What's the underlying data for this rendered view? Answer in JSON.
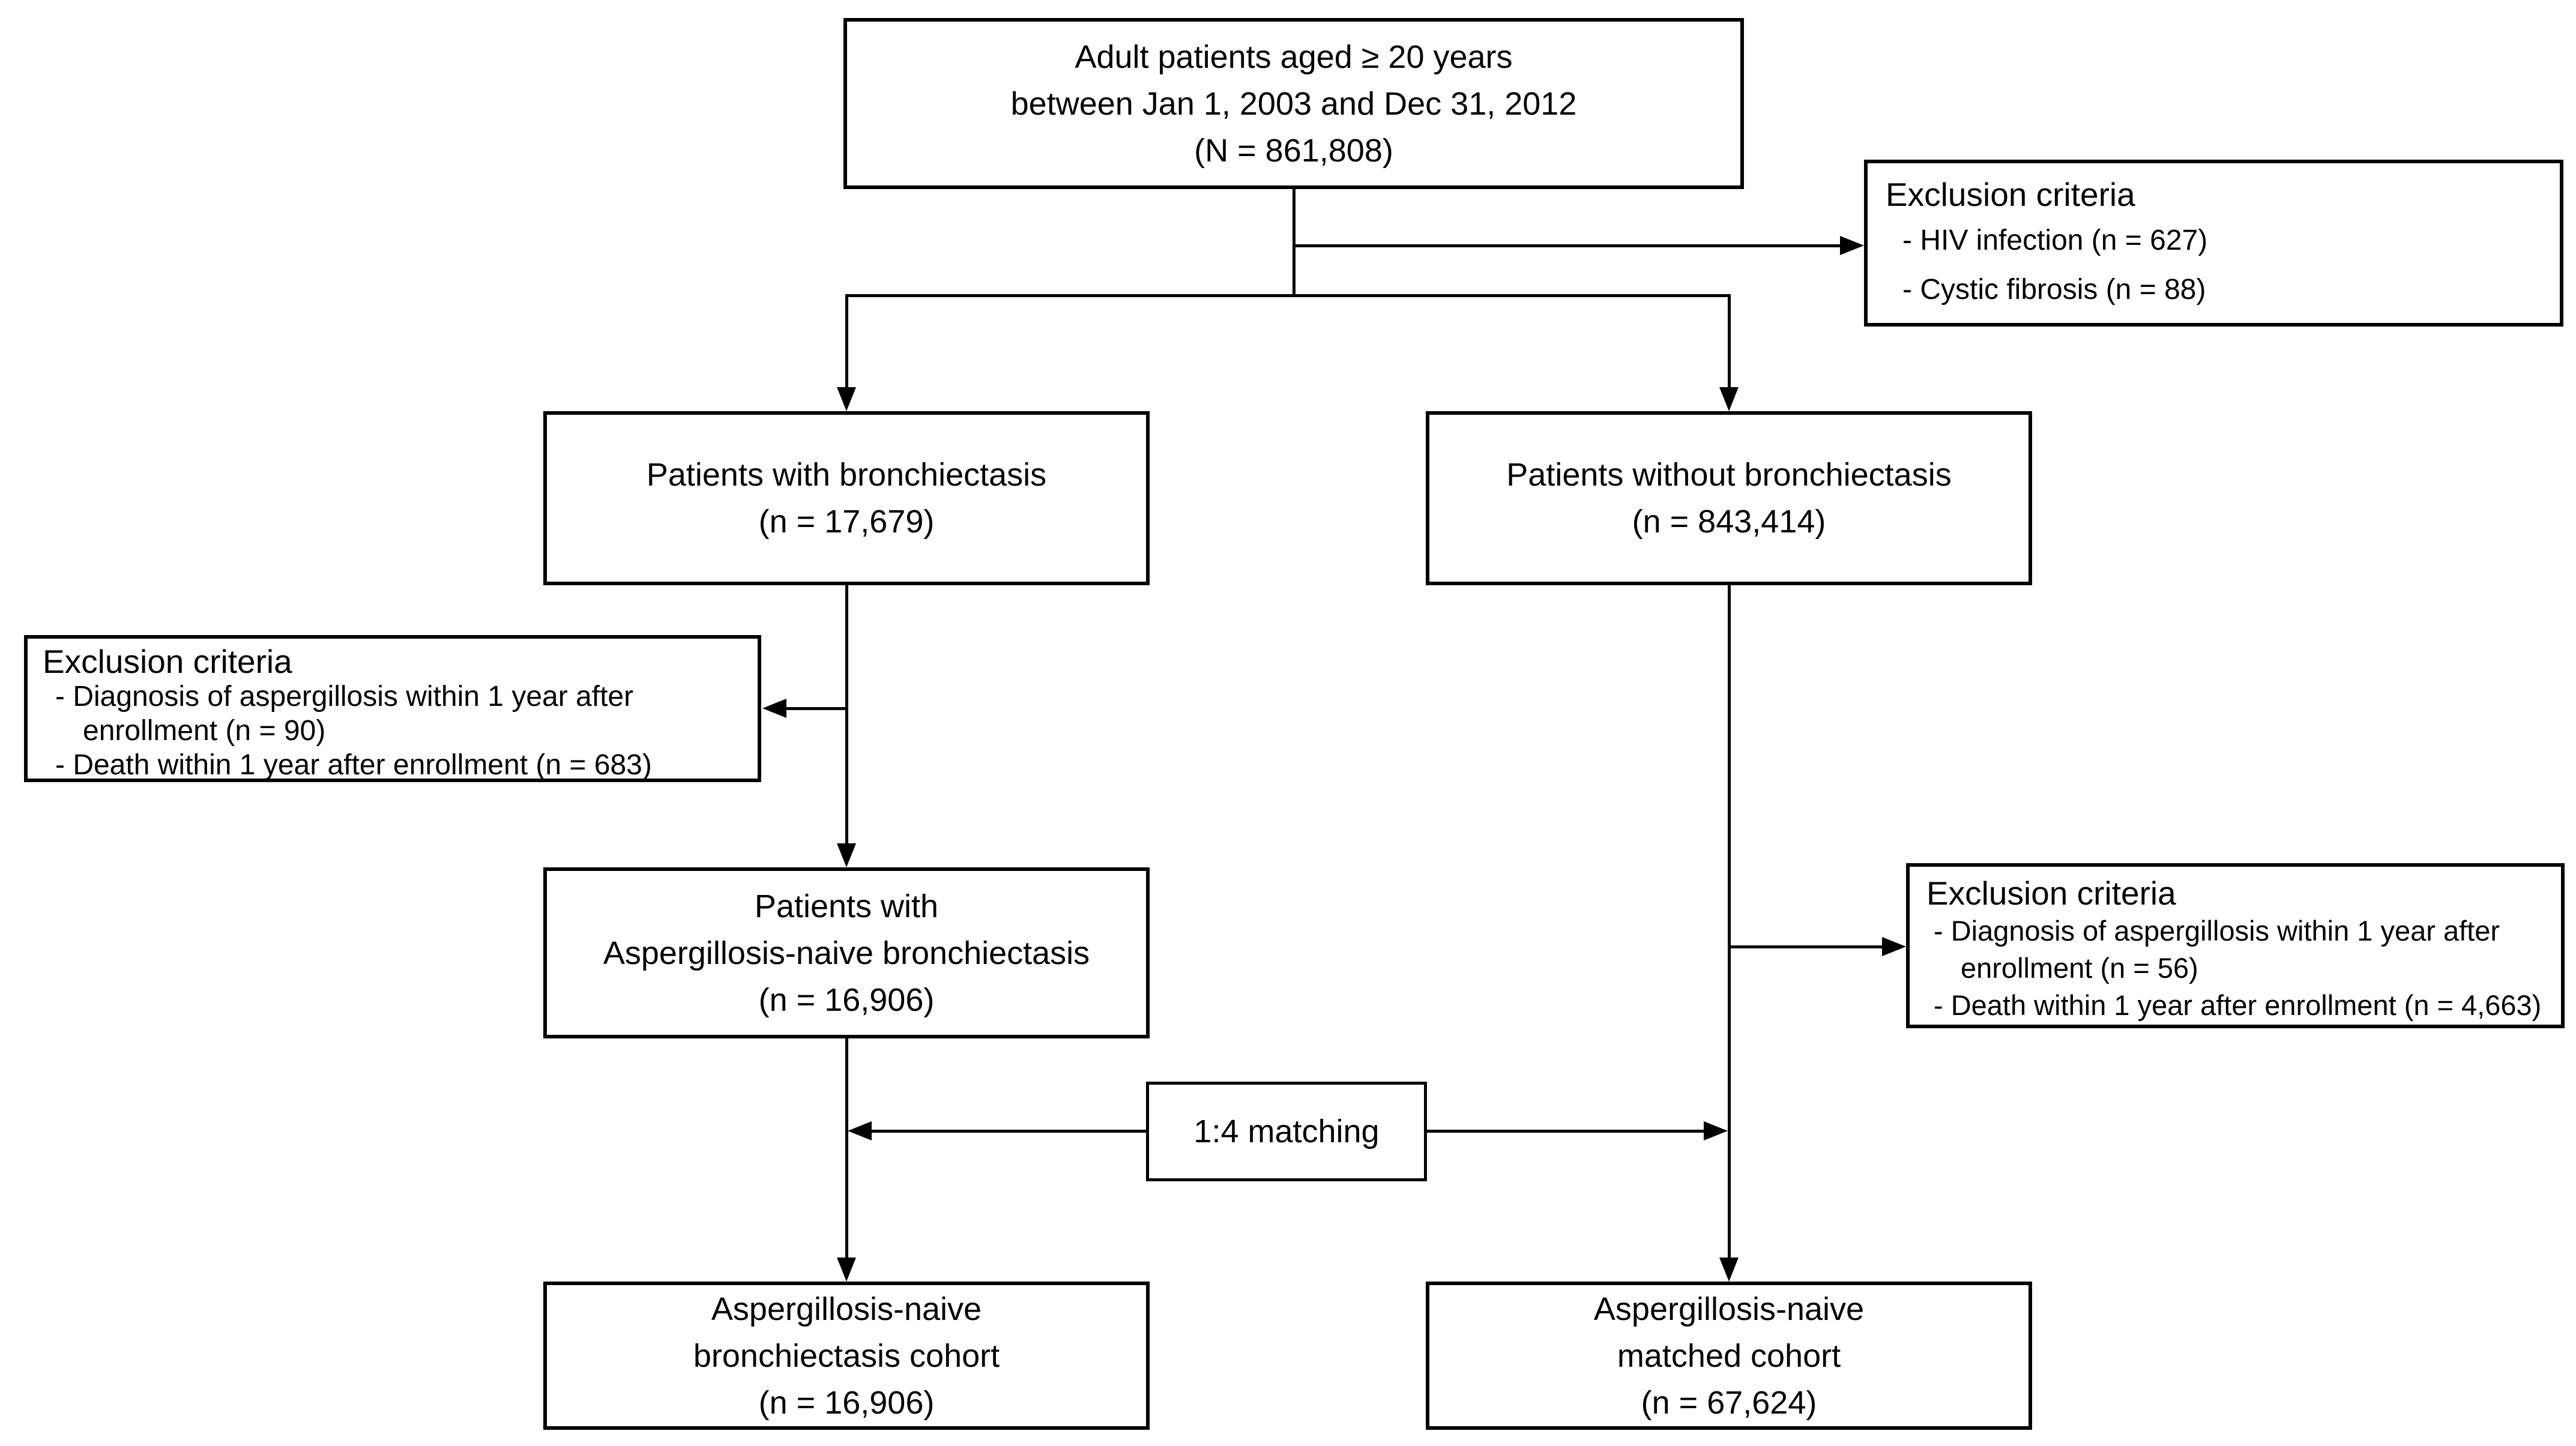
{
  "colors": {
    "background": "#ffffff",
    "box_fill": "#ffffff",
    "line": "#000000",
    "text": "#000000"
  },
  "boxes": {
    "enrollment": {
      "lines": [
        "Adult patients aged ≥ 20 years",
        "between Jan 1, 2003 and Dec 31, 2012",
        "(N = 861,808)"
      ]
    },
    "exclusion_top": {
      "title": "Exclusion criteria",
      "items": [
        "- HIV infection (n = 627)",
        "- Cystic fibrosis (n = 88)"
      ]
    },
    "with_bronchiectasis": {
      "lines": [
        "Patients with bronchiectasis",
        "(n = 17,679)"
      ]
    },
    "without_bronchiectasis": {
      "lines": [
        "Patients without bronchiectasis",
        "(n = 843,414)"
      ]
    },
    "exclusion_left": {
      "title": "Exclusion criteria",
      "items": [
        "- Diagnosis of aspergillosis within 1 year after enrollment (n = 90)",
        "- Death within 1 year after enrollment (n = 683)"
      ]
    },
    "aspergillosis_naive": {
      "lines": [
        "Patients with",
        "Aspergillosis-naive bronchiectasis",
        "(n = 16,906)"
      ]
    },
    "exclusion_right": {
      "title": "Exclusion criteria",
      "items": [
        "- Diagnosis of aspergillosis within 1 year after enrollment (n = 56)",
        "- Death within 1 year after enrollment (n = 4,663)"
      ]
    },
    "matching": {
      "label": "1:4 matching"
    },
    "cohort_left": {
      "lines": [
        "Aspergillosis-naive",
        "bronchiectasis cohort",
        "(n = 16,906)"
      ]
    },
    "cohort_right": {
      "lines": [
        "Aspergillosis-naive",
        "matched cohort",
        "(n = 67,624)"
      ]
    }
  }
}
